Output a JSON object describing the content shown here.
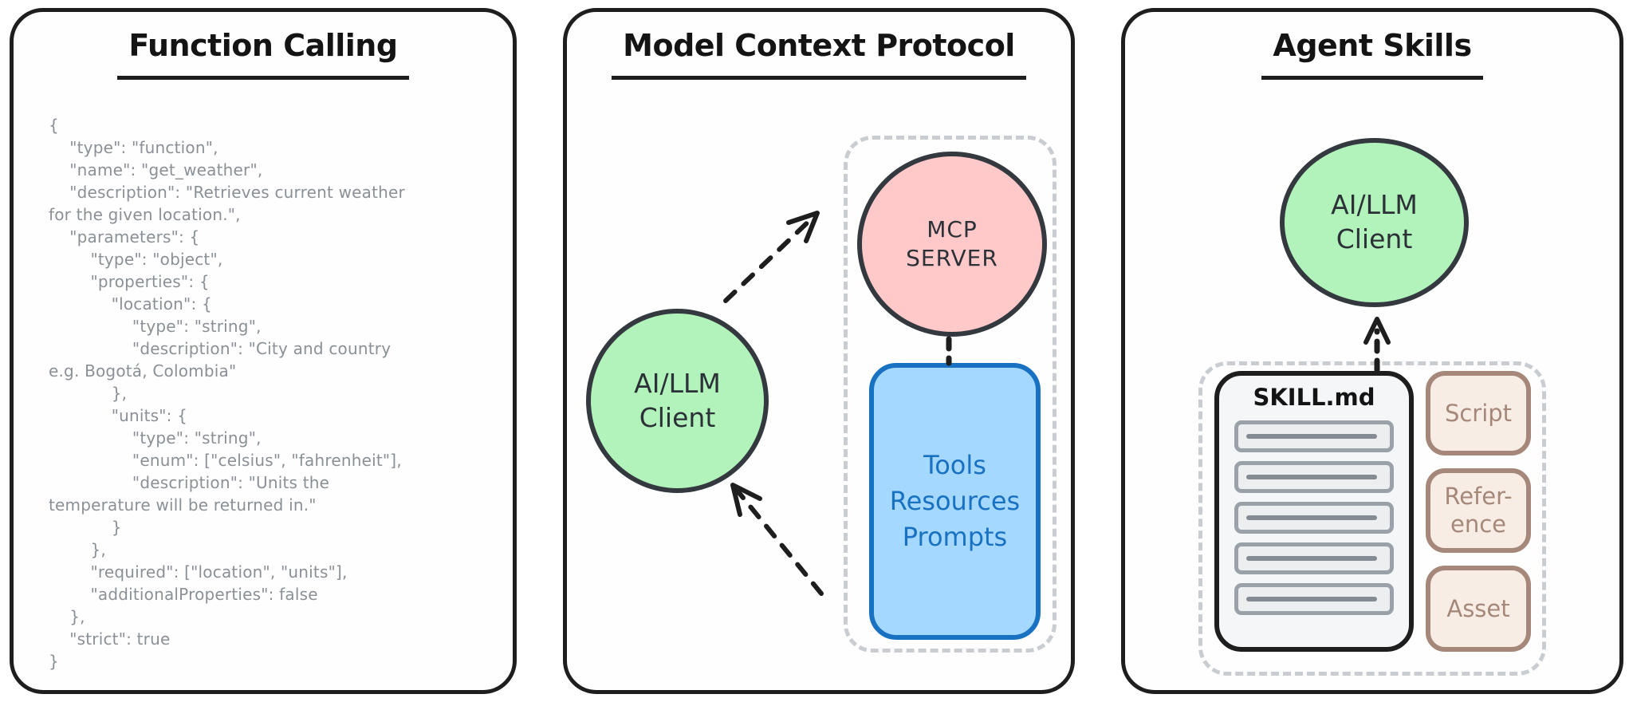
{
  "panels": [
    {
      "id": "function-calling",
      "title": "Function Calling",
      "code": "{\n    \"type\": \"function\",\n    \"name\": \"get_weather\",\n    \"description\": \"Retrieves current weather\nfor the given location.\",\n    \"parameters\": {\n        \"type\": \"object\",\n        \"properties\": {\n            \"location\": {\n                \"type\": \"string\",\n                \"description\": \"City and country\ne.g. Bogotá, Colombia\"\n            },\n            \"units\": {\n                \"type\": \"string\",\n                \"enum\": [\"celsius\", \"fahrenheit\"],\n                \"description\": \"Units the\ntemperature will be returned in.\"\n            }\n        },\n        \"required\": [\"location\", \"units\"],\n        \"additionalProperties\": false\n    },\n    \"strict\": true\n}"
    },
    {
      "id": "model-context-protocol",
      "title": "Model Context Protocol",
      "client_label": "AI/LLM\nClient",
      "server_label": "MCP\nSERVER",
      "capabilities_label": "Tools\nResources\nPrompts"
    },
    {
      "id": "agent-skills",
      "title": "Agent Skills",
      "client_label": "AI/LLM\nClient",
      "skill_file_label": "SKILL.md",
      "resources": [
        {
          "label": "Script"
        },
        {
          "label": "Refer-\nence"
        },
        {
          "label": "Asset"
        }
      ]
    }
  ],
  "colors": {
    "ink": "#1e1e1e",
    "code_text": "#8a9096",
    "client_fill": "#b2f2bb",
    "server_fill": "#ffc9c9",
    "capabilities_fill": "#a5d8ff",
    "capabilities_accent": "#1971c2",
    "resource_fill": "#f8ede5",
    "resource_accent": "#a5887a",
    "group_dash": "#c9cdd2"
  }
}
